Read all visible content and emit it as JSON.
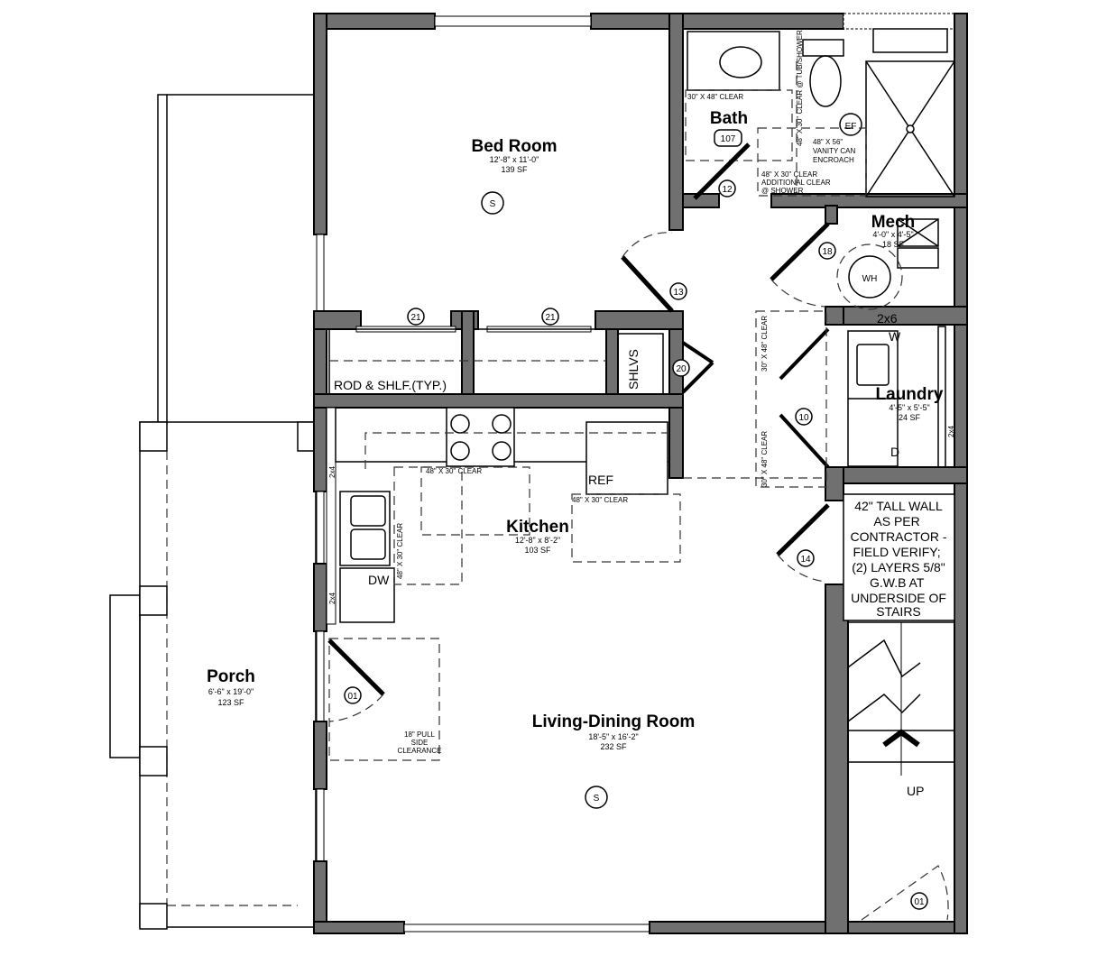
{
  "rooms": {
    "bedroom": {
      "name": "Bed Room",
      "dims": "12'-8\" x 11'-0\"",
      "area": "139 SF"
    },
    "bath": {
      "name": "Bath",
      "number": "107"
    },
    "mech": {
      "name": "Mech",
      "dims": "4'-0\" x 4'-5\"",
      "area": "18 SF"
    },
    "laundry": {
      "name": "Laundry",
      "dims": "4'-5\" x 5'-5\"",
      "area": "24 SF"
    },
    "kitchen": {
      "name": "Kitchen",
      "dims": "12'-8\" x 8'-2\"",
      "area": "103 SF"
    },
    "living": {
      "name": "Living-Dining Room",
      "dims": "18'-5\" x 16'-2\"",
      "area": "232 SF"
    },
    "porch": {
      "name": "Porch",
      "dims": "6'-6\" x 19'-0\"",
      "area": "123 SF"
    }
  },
  "labels": {
    "closet": "ROD & SHLF.(TYP.)",
    "shelves": "SHLVS",
    "ref": "REF",
    "dw": "DW",
    "wh": "WH",
    "ef": "EF",
    "washer": "W",
    "dryer": "D",
    "wall_2x6": "2x6",
    "wall_2x4": "2x4",
    "up": "UP",
    "smoke": "S",
    "clear_30x48": "30\" X 48\" CLEAR",
    "clear_tub": "48\" X 30\" CLEAR @ TUB/SHOWER",
    "vanity_1": "48\" X 56\"",
    "vanity_2": "VANITY CAN",
    "vanity_3": "ENCROACH",
    "addl_1": "48\" X 30\" CLEAR",
    "addl_2": "ADDITIONAL CLEAR",
    "addl_3": "@ SHOWER",
    "kclear": "48\" X 30\" CLEAR",
    "kclear_v": "48\" X 30\" CLEAR",
    "hall_clear": "30\" X 48\" CLEAR",
    "pull_1": "18\" PULL",
    "pull_2": "SIDE",
    "pull_3": "CLEARANCE"
  },
  "note": [
    "42\" TALL WALL",
    "AS PER",
    "CONTRACTOR -",
    "FIELD VERIFY;",
    "(2) LAYERS 5/8\"",
    "G.W.B AT",
    "UNDERSIDE OF",
    "STAIRS"
  ],
  "doors": {
    "bath": "12",
    "bed": "13",
    "mech": "18",
    "closet_a": "21",
    "closet_b": "21",
    "shelves": "20",
    "laundry": "10",
    "hall": "14",
    "entry": "01",
    "stair": "01"
  }
}
